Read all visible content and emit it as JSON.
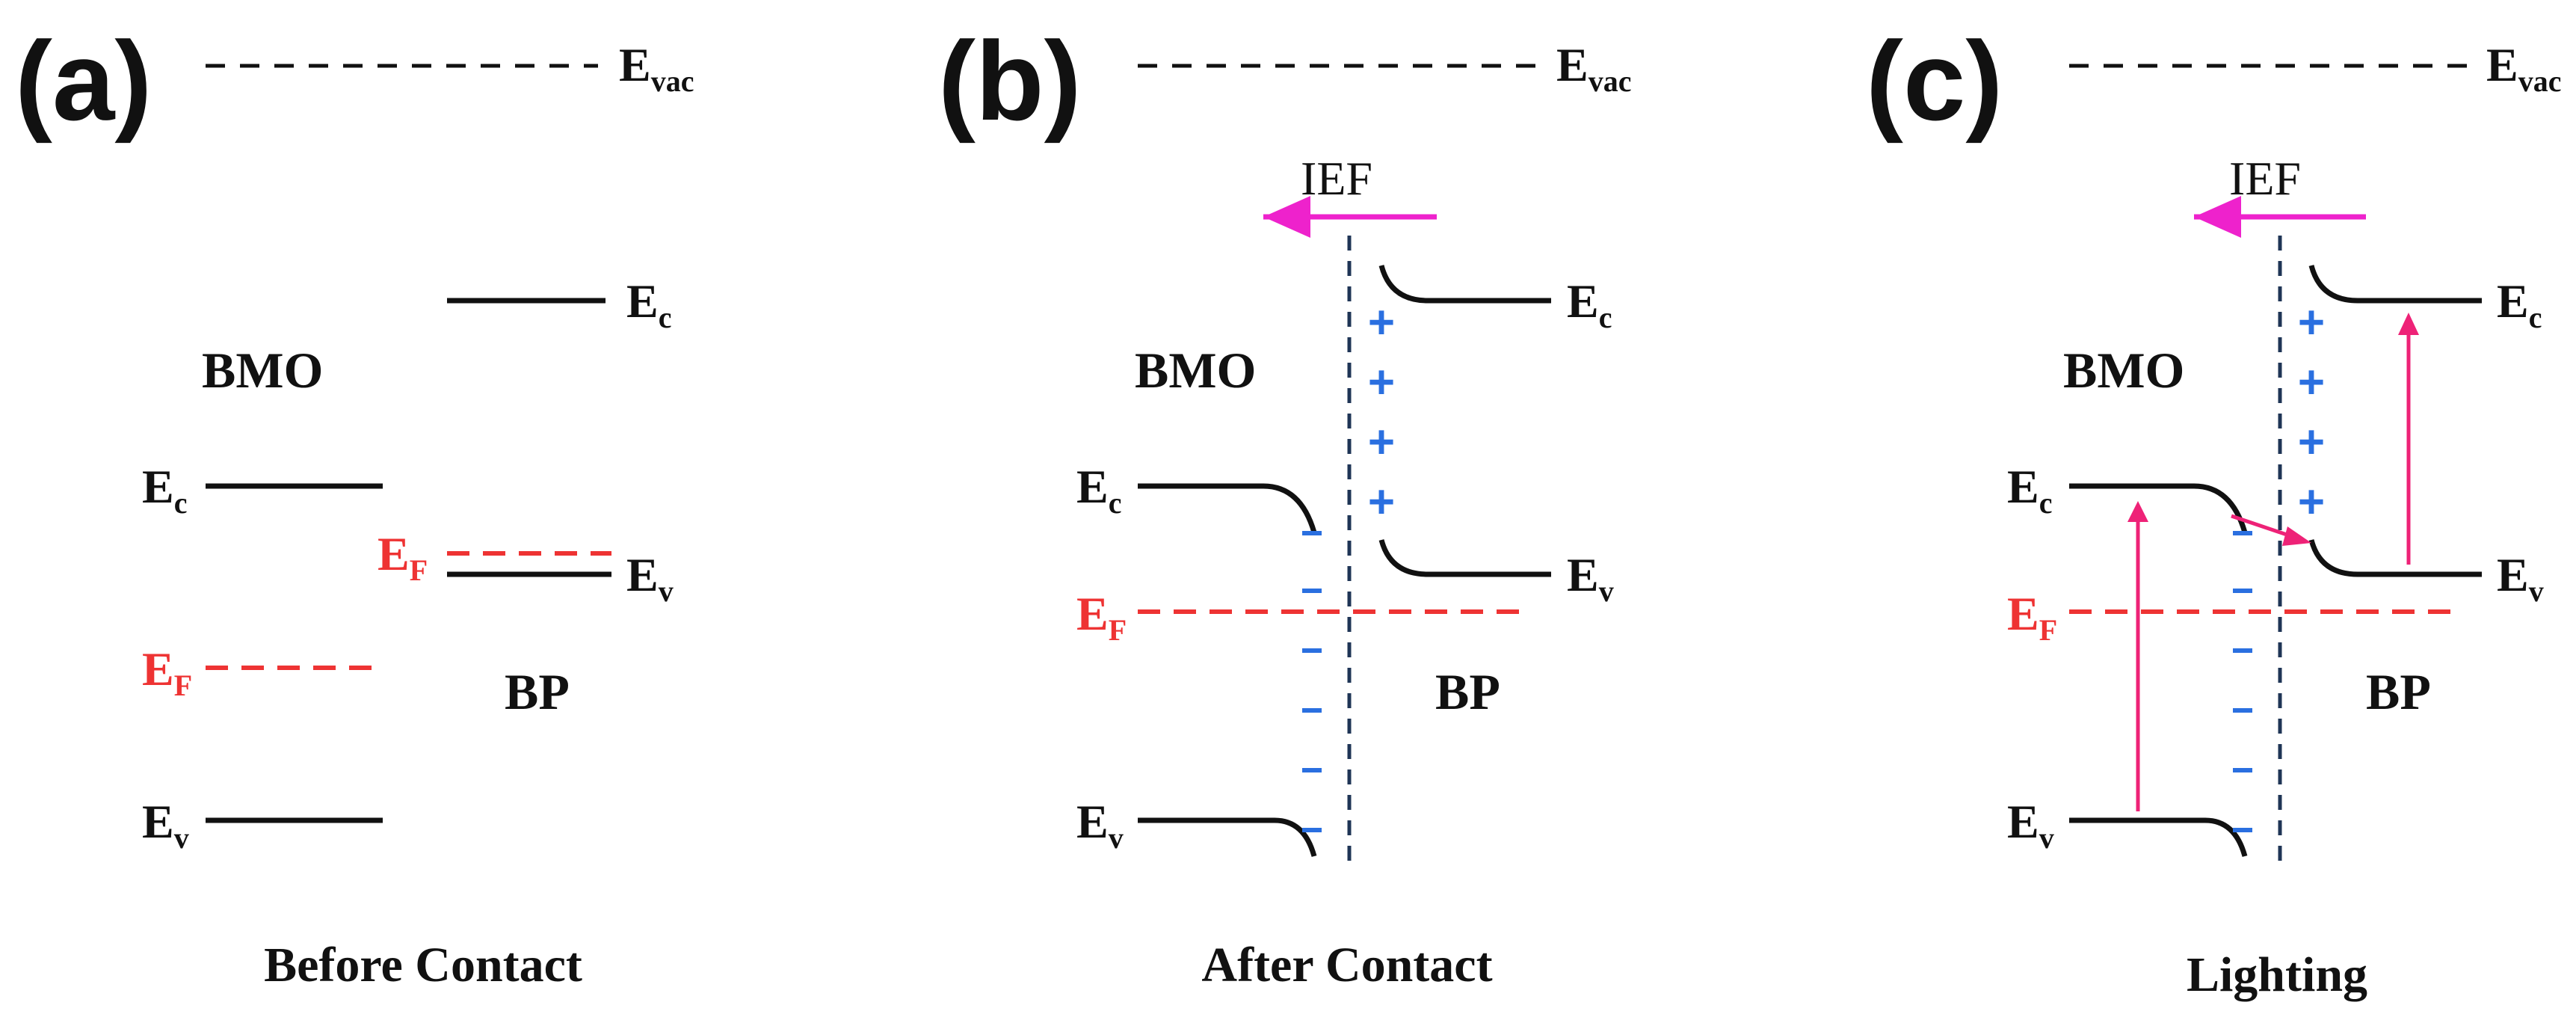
{
  "colors": {
    "band_line": "#111111",
    "fermi_level": "#ee3333",
    "field_arrow": "#ee22cc",
    "charge": "#2a6fe0",
    "excitation_arrow": "#ee2277",
    "interface": "#1f3556"
  },
  "panels": [
    {
      "letter": "(a)",
      "evac_label": "E",
      "evac_sub": "vac",
      "ief_label": "",
      "bmo_label": "BMO",
      "bp_label": "BP",
      "bmo_ec": "E",
      "bmo_ec_sub": "c",
      "bmo_ev": "E",
      "bmo_ev_sub": "v",
      "bmo_ef": "E",
      "bmo_ef_sub": "F",
      "bp_ec": "E",
      "bp_ec_sub": "c",
      "bp_ev": "E",
      "bp_ev_sub": "v",
      "bp_ef": "E",
      "bp_ef_sub": "F",
      "caption": "Before Contact"
    },
    {
      "letter": "(b)",
      "evac_label": "E",
      "evac_sub": "vac",
      "ief_label": "IEF",
      "bmo_label": "BMO",
      "bp_label": "BP",
      "bmo_ec": "E",
      "bmo_ec_sub": "c",
      "bmo_ev": "E",
      "bmo_ev_sub": "v",
      "bmo_ef": "E",
      "bmo_ef_sub": "F",
      "bp_ec": "E",
      "bp_ec_sub": "c",
      "bp_ev": "E",
      "bp_ev_sub": "v",
      "plus_signs": [
        "+",
        "+",
        "+",
        "+"
      ],
      "caption": "After Contact"
    },
    {
      "letter": "(c)",
      "evac_label": "E",
      "evac_sub": "vac",
      "ief_label": "IEF",
      "bmo_label": "BMO",
      "bp_label": "BP",
      "bmo_ec": "E",
      "bmo_ec_sub": "c",
      "bmo_ev": "E",
      "bmo_ev_sub": "v",
      "bmo_ef": "E",
      "bmo_ef_sub": "F",
      "bp_ec": "E",
      "bp_ec_sub": "c",
      "bp_ev": "E",
      "bp_ev_sub": "v",
      "plus_signs": [
        "+",
        "+",
        "+",
        "+"
      ],
      "caption": "Lighting"
    }
  ]
}
